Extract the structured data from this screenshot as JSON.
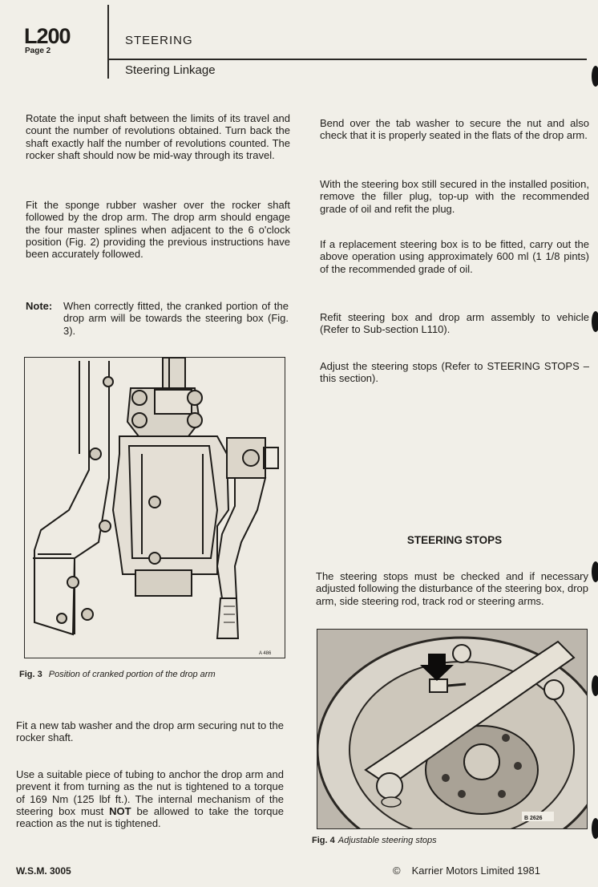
{
  "header": {
    "model_code": "L200",
    "page_number": "Page 2",
    "section_title": "STEERING",
    "subsection_title": "Steering Linkage"
  },
  "left_column": {
    "p1": "Rotate the input shaft between the limits of its travel and count the number of revolutions obtained. Turn back the shaft exactly half the number of revolutions counted. The rocker shaft should now be mid-way through its travel.",
    "p2": "Fit the sponge rubber washer over the rocker shaft followed by the drop arm. The drop arm should engage the four master splines when adjacent to the 6 o'clock position (Fig. 2) providing the previous instructions have been accurately followed.",
    "note_label": "Note:",
    "note_text": "When correctly fitted, the cranked portion of the drop arm will be towards the steering box (Fig. 3).",
    "p3": "Fit a new tab washer and the drop arm securing nut to the rocker shaft.",
    "p4_before": "Use a suitable piece of tubing to anchor the drop arm and prevent it from turning as the nut is tightened to a torque of 169 Nm (125 lbf ft.). The internal mechanism of the steering box must ",
    "p4_bold": "NOT",
    "p4_after": " be allowed to take  the torque reaction as the nut is tightened."
  },
  "figure3": {
    "label": "Fig. 3",
    "caption": "Position of cranked portion of the drop arm",
    "ref_code": "A 486"
  },
  "right_column": {
    "p5": "Bend over the tab washer to secure the nut and also check that it is properly seated in the flats of the drop arm.",
    "p6": "With the steering box still secured in the installed position, remove the filler plug, top-up with the recommended grade of oil and refit the plug.",
    "p7": "If a replacement steering box is to be fitted, carry out the above operation using approximately 600 ml (1 1/8 pints) of the recommended grade of oil.",
    "p8": "Refit steering box and drop arm assembly to vehicle (Refer to Sub-section L110).",
    "p9": "Adjust the steering stops (Refer to STEERING STOPS – this section).",
    "stops_heading": "STEERING STOPS",
    "p10": "The steering stops must be checked and if necessary adjusted following the disturbance of the steering box, drop arm, side steering rod, track rod or steering arms."
  },
  "figure4": {
    "label": "Fig. 4",
    "caption": "Adjustable steering stops",
    "ref_code": "B 2626"
  },
  "footer": {
    "doc_ref": "W.S.M. 3005",
    "copyright_symbol": "©",
    "copyright_text": "Karrier Motors Limited  1981"
  }
}
